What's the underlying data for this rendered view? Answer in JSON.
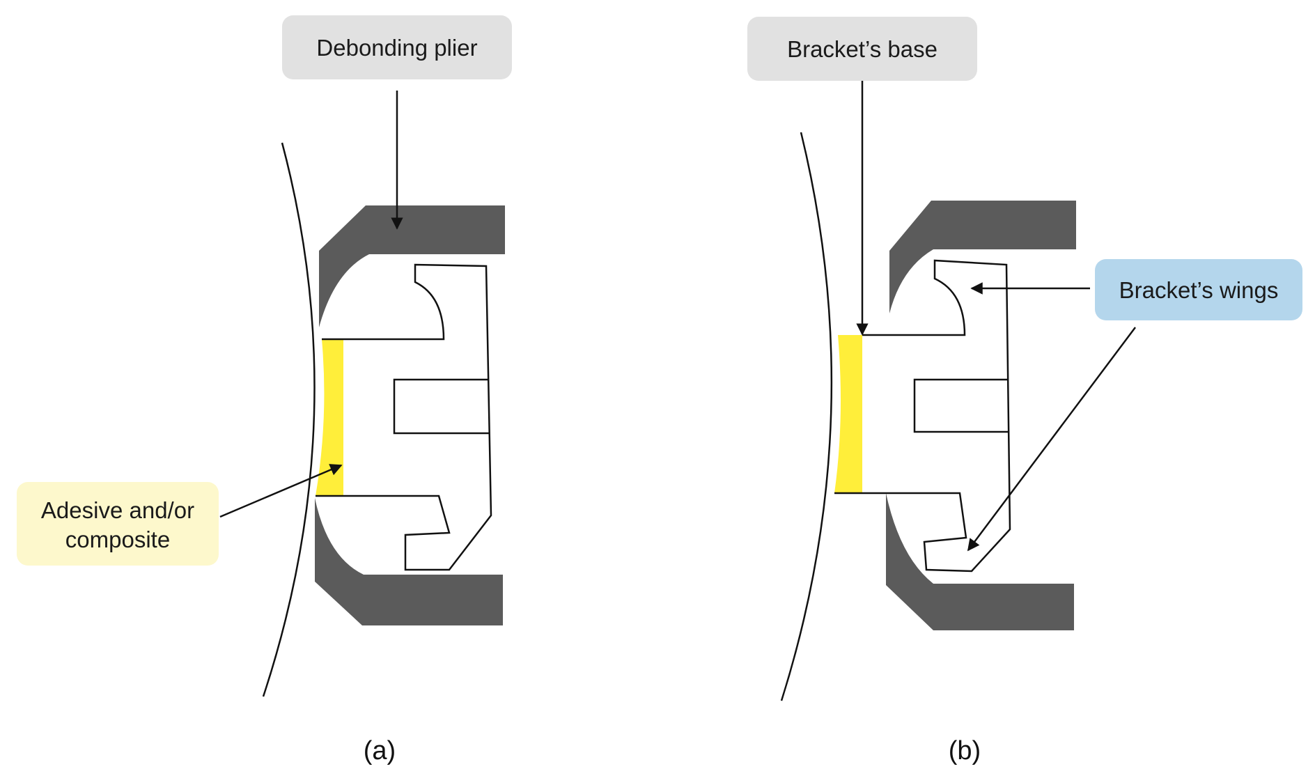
{
  "figure": {
    "panel_a": {
      "caption": "(a)",
      "plier_label": "Debonding plier",
      "adhesive_label_line1": "Adesive and/or",
      "adhesive_label_line2": "composite"
    },
    "panel_b": {
      "caption": "(b)",
      "base_label": "Bracket’s base",
      "wings_label": "Bracket’s wings"
    }
  },
  "colors": {
    "plier": "#5b5b5b",
    "adhesive": "#ffee3a",
    "gray_box": "#e1e1e1",
    "yellow_box": "#fdf8cc",
    "blue_box": "#b4d6ec"
  }
}
